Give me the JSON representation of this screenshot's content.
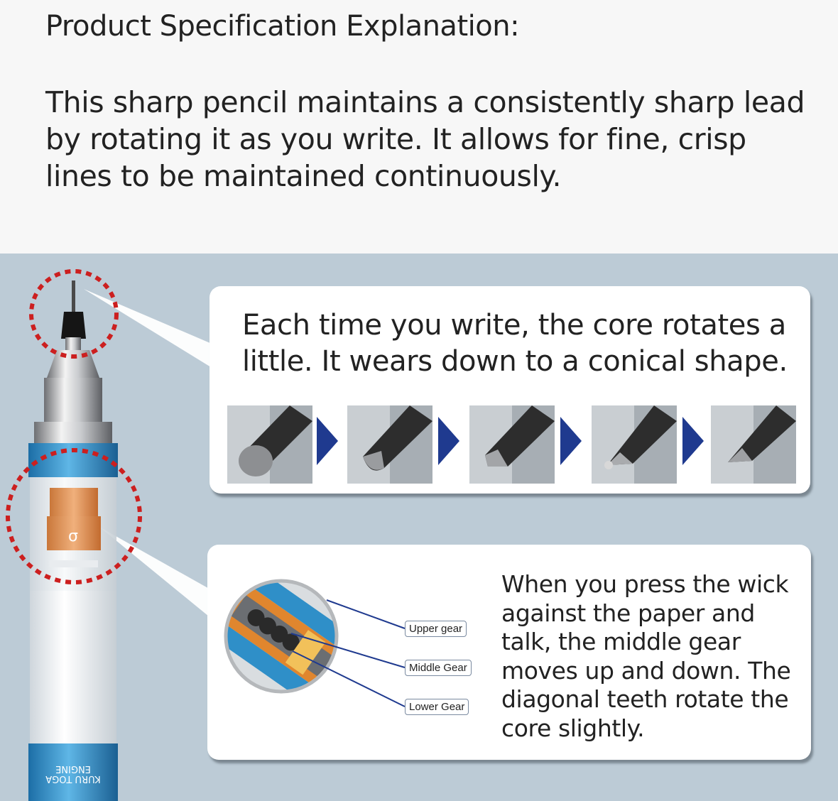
{
  "header": {
    "title": "Product Specification Explanation:",
    "intro": "This sharp pencil maintains a consistently sharp lead by rotating it as you write. It allows for fine, crisp lines to be maintained continuously."
  },
  "callout_top": {
    "text": "Each time you write, the core rotates a little. It wears down to a conical shape."
  },
  "callout_bottom": {
    "text": "When you press the wick against the paper and talk, the middle gear moves up and down. The diagonal teeth rotate the core slightly.",
    "labels": {
      "upper": "Upper gear",
      "middle": "Middle Gear",
      "lower": "Lower Gear"
    }
  },
  "pencil": {
    "brand_line1": "KURU TOGA",
    "brand_line2": "ENGINE"
  },
  "colors": {
    "panel_bg": "#bccbd6",
    "accent_blue": "#1f3a8f",
    "highlight_red": "#cc1f1f",
    "pencil_blue": "#2f8fc8"
  }
}
